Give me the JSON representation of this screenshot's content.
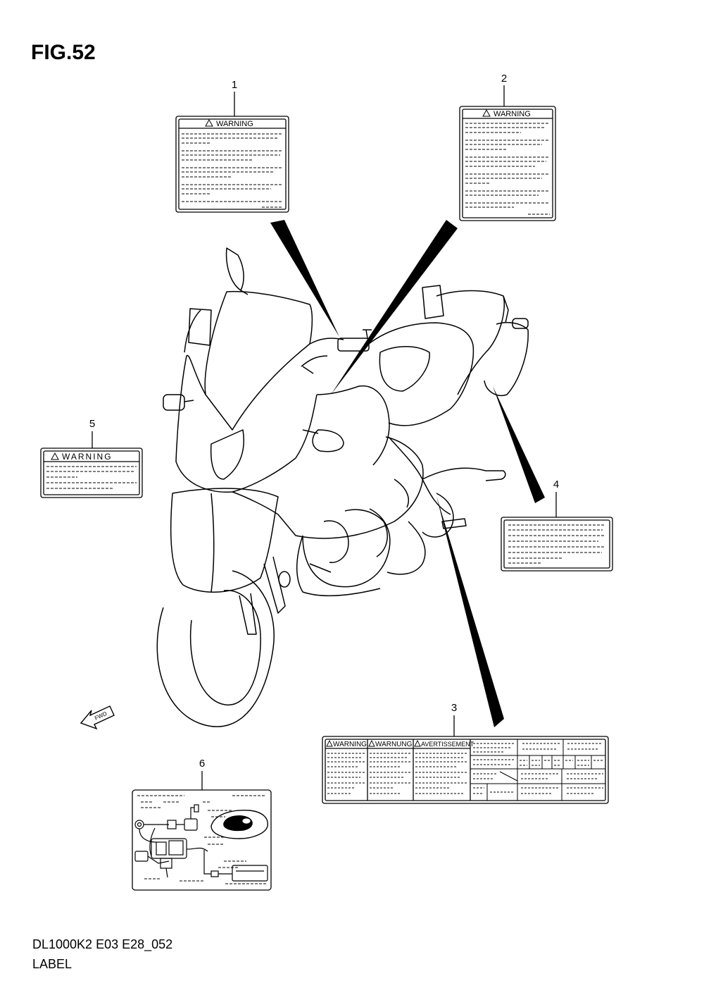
{
  "figure": {
    "title": "FIG.52",
    "model_code": "DL1000K2 E03 E28_052",
    "name": "LABEL"
  },
  "callouts": [
    {
      "number": "1",
      "heading": "WARNING"
    },
    {
      "number": "2",
      "heading": "WARNING"
    },
    {
      "number": "3",
      "headings": [
        "WARNING",
        "WARNUNG",
        "AVERTISSEMENT"
      ]
    },
    {
      "number": "4"
    },
    {
      "number": "5",
      "heading": "WARNING"
    },
    {
      "number": "6"
    }
  ],
  "direction_arrow": {
    "label": "FWD"
  }
}
